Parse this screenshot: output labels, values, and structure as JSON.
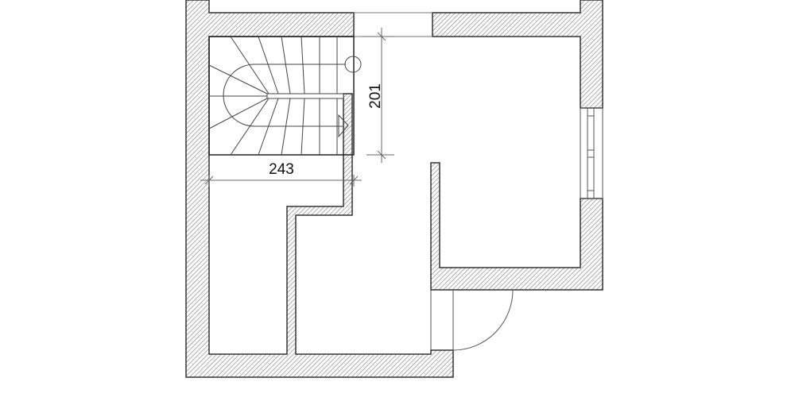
{
  "diagram": {
    "type": "floor-plan",
    "description": "Architectural floor plan with hatched walls, quarter-turn staircase, door swing and window",
    "dimensions": {
      "stair_width": "243",
      "stair_depth": "201"
    },
    "elements": {
      "staircase": "winder-staircase",
      "door": "single-swing-door",
      "window": "window-right-wall"
    },
    "colors": {
      "wall_outline": "#333333",
      "hatch": "#8a8a8a",
      "line": "#555555",
      "background": "#ffffff"
    }
  }
}
